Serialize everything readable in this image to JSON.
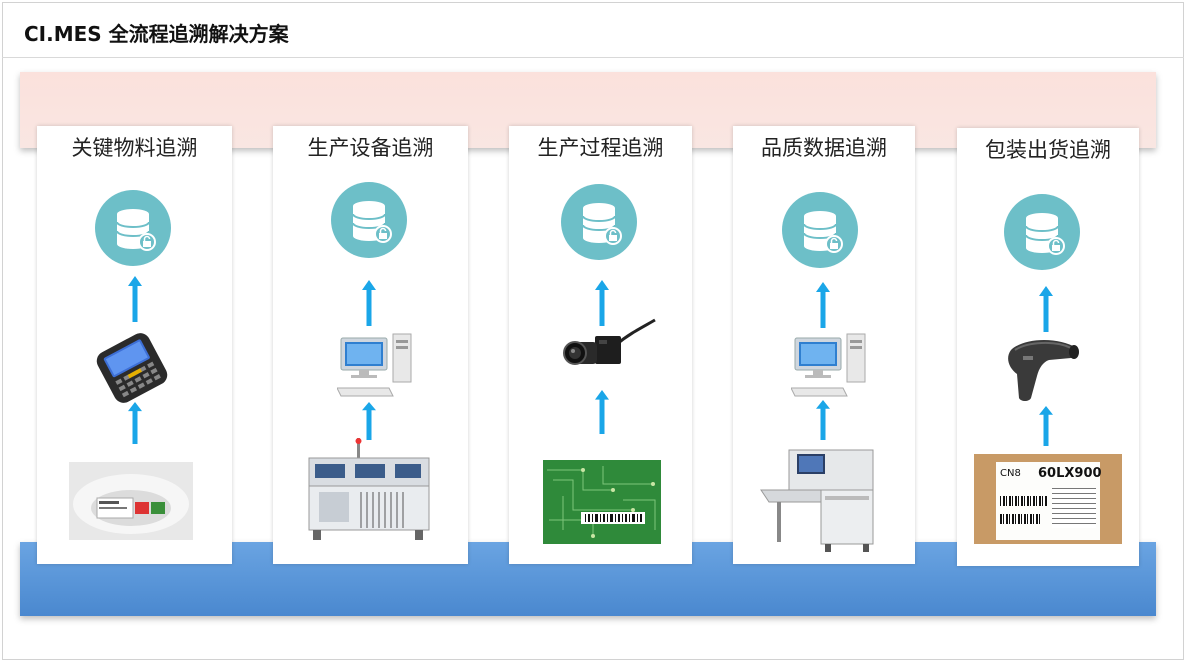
{
  "header": {
    "title": "CI.MES 全流程追溯解决方案"
  },
  "cards": [
    {
      "label": "关键物料追溯"
    },
    {
      "label": "生产设备追溯"
    },
    {
      "label": "生产过程追溯"
    },
    {
      "label": "品质数据追溯"
    },
    {
      "label": "包装出货追溯"
    }
  ],
  "photo_labels": {
    "packaging_box": {
      "code": "CN8",
      "model": "60LX900"
    }
  },
  "colors": {
    "accent_teal": "#6dbfc8",
    "arrow_blue": "#1aa6e8",
    "top_band": "#fbe1dc",
    "bottom_band": "#4a88cf"
  },
  "icons": [
    "database-lock-icon",
    "up-arrow-icon"
  ]
}
